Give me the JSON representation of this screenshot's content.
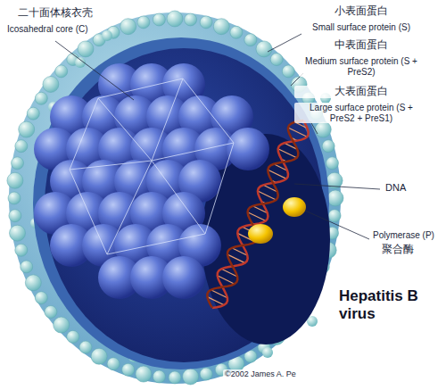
{
  "diagram": {
    "title": "Hepatitis B virus",
    "labels": [
      "二十面体核衣壳",
      "Icosahedral core (C)",
      "小表面蛋白",
      "Small surface protein (S)",
      "中表面蛋白",
      "Medium surface protein (S + PreS2)",
      "大表面蛋白",
      "Large surface protein (S + PreS2 + PreS1)",
      "DNA",
      "Polymerase (P)",
      "聚合酶",
      "©2002 James A. Pe"
    ]
  }
}
